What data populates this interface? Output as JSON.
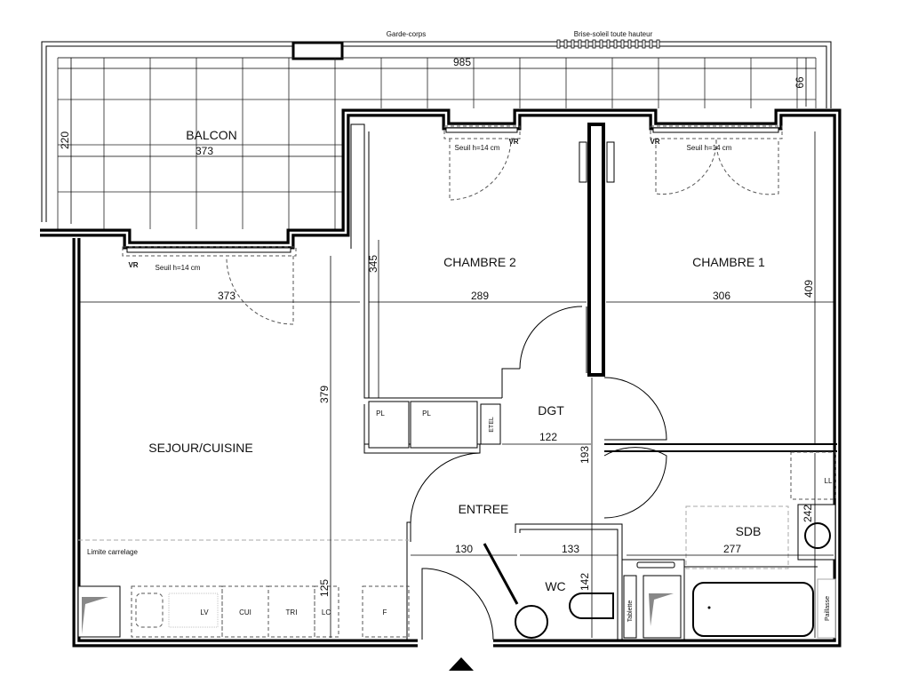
{
  "annotations": {
    "garde_corps": "Garde-corps",
    "brise_soleil": "Brise-soleil toute hauteur",
    "limite_carrelage": "Limite carrelage",
    "seuil_sejour": "Seuil h=14 cm",
    "seuil_ch2": "Seuil h=14 cm",
    "seuil_ch1": "Seuil h=14 cm",
    "vr_sejour": "VR",
    "vr_ch2": "VR",
    "vr_ch1": "VR"
  },
  "rooms": {
    "balcon": "BALCON",
    "chambre2": "CHAMBRE 2",
    "chambre1": "CHAMBRE 1",
    "sejour": "SEJOUR/CUISINE",
    "dgt": "DGT",
    "entree": "ENTREE",
    "sdb": "SDB",
    "wc": "WC"
  },
  "fixtures": {
    "pl1": "PL",
    "pl2": "PL",
    "etel": "ETEL",
    "ll": "LL",
    "tablette": "Tablette",
    "paillasse": "Paillasse",
    "lv": "LV",
    "cui": "CUI",
    "tri": "TRI",
    "lc": "LC",
    "f": "F"
  },
  "dimensions": {
    "balcon_length": "985",
    "balcon_depth_right": "66",
    "balcon_depth_left": "220",
    "balcon_width": "373",
    "sejour_width": "373",
    "chambre2_depth": "345",
    "chambre2_width": "289",
    "chambre1_width": "306",
    "chambre1_depth": "409",
    "sejour_depth": "379",
    "dgt_width": "122",
    "dgt_depth": "193",
    "sdb_lavabo": "242",
    "entree_width": "130",
    "wc_width": "133",
    "sdb_width": "277",
    "wc_depth": "142",
    "cuisine_depth": "125"
  }
}
